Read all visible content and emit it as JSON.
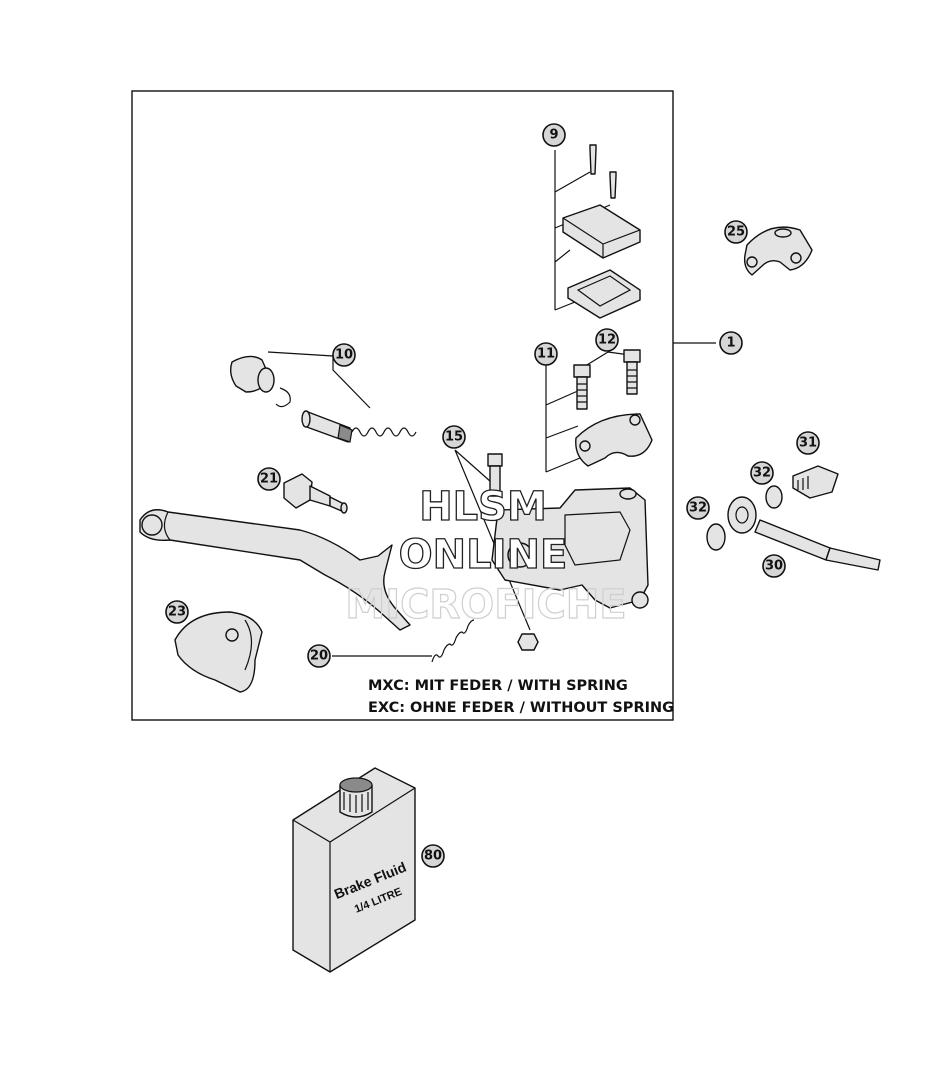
{
  "callouts": [
    "1",
    "9",
    "10",
    "11",
    "12",
    "15",
    "20",
    "21",
    "23",
    "25",
    "30",
    "31",
    "32",
    "32",
    "80"
  ],
  "notes": {
    "line1": "MXC: MIT FEDER / WITH SPRING",
    "line2": "EXC: OHNE FEDER / WITHOUT SPRING"
  },
  "bottle_label": {
    "line1": "Brake Fluid",
    "line2": "1/4 LITRE"
  },
  "watermark": {
    "line1": "HLSM",
    "line2": "ONLINE",
    "line3": "MICROFICHE"
  }
}
